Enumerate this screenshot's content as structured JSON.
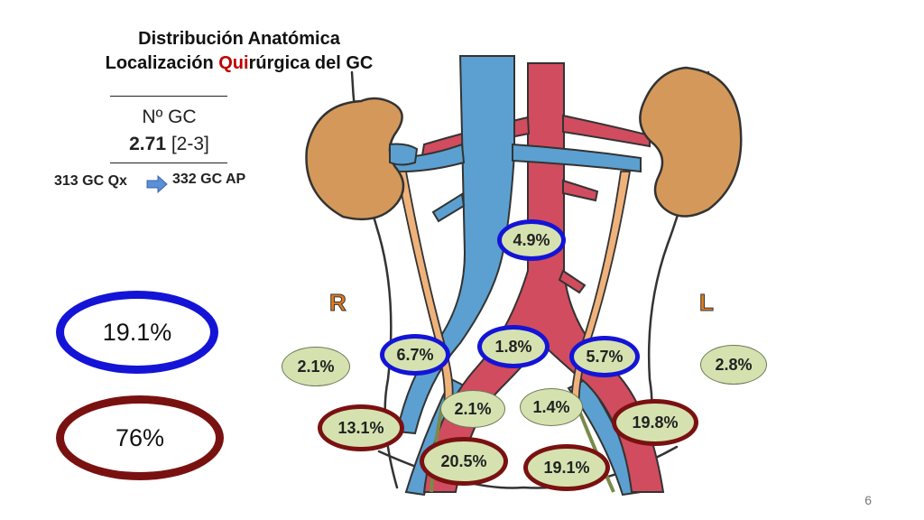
{
  "title": {
    "line1": "Distribución Anatómica",
    "line2_pre": "Localización ",
    "line2_hl": "Qui",
    "line2_post": "rúrgica del GC"
  },
  "stats": {
    "label": "Nº GC",
    "value": "2.71",
    "range": "[2-3]",
    "surgical": "313 GC Qx",
    "pathology": "332 GC AP"
  },
  "side_labels": {
    "right": "R",
    "left": "L"
  },
  "summary": {
    "blue_total": "19.1%",
    "red_total": "76%"
  },
  "regions": [
    {
      "value": "4.9%",
      "style": "blue"
    },
    {
      "value": "6.7%",
      "style": "blue"
    },
    {
      "value": "1.8%",
      "style": "blue"
    },
    {
      "value": "5.7%",
      "style": "blue"
    },
    {
      "value": "2.1%",
      "style": "green"
    },
    {
      "value": "2.8%",
      "style": "green"
    },
    {
      "value": "2.1%",
      "style": "green"
    },
    {
      "value": "1.4%",
      "style": "green"
    },
    {
      "value": "13.1%",
      "style": "red"
    },
    {
      "value": "19.8%",
      "style": "red"
    },
    {
      "value": "20.5%",
      "style": "red"
    },
    {
      "value": "19.1%",
      "style": "red"
    }
  ],
  "colors": {
    "vein": "#5ba0d0",
    "artery": "#d14c5e",
    "kidney": "#d4995a",
    "ureter": "#efb27a",
    "blue_ring": "#1414d6",
    "red_ring": "#7a1111",
    "badge_fill": "#d5e2b0",
    "side_label": "#e07b1e"
  },
  "page_number": "6"
}
